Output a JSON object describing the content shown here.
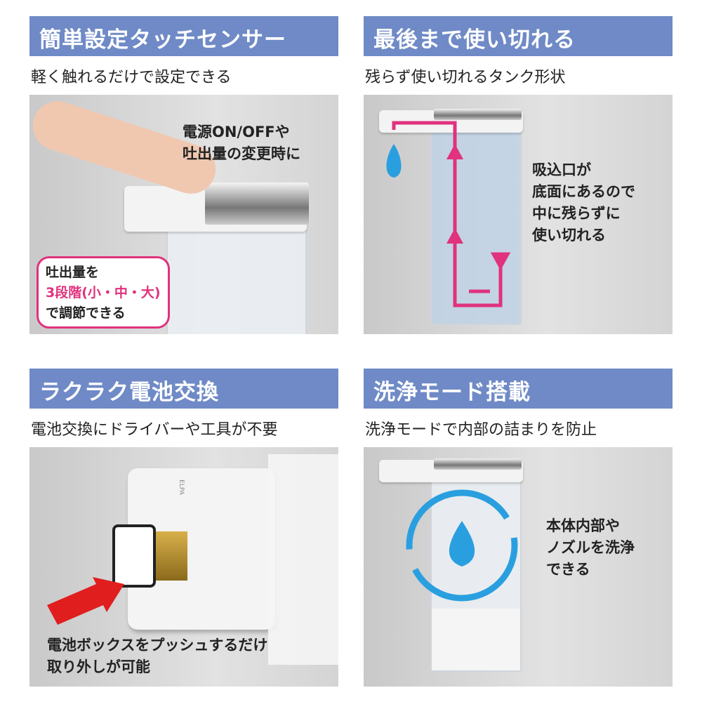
{
  "panels": [
    {
      "title": "簡単設定タッチセンサー",
      "subtitle": "軽く触れるだけで設定できる",
      "caption_lines": [
        "電源ON/OFFや",
        "吐出量の変更時に"
      ],
      "bubble": {
        "line1": "吐出量を",
        "line2": "3段階(小・中・大)",
        "line3": "で調節できる"
      }
    },
    {
      "title": "最後まで使い切れる",
      "subtitle": "残らず使い切れるタンク形状",
      "caption_lines": [
        "吸込口が",
        "底面にあるので",
        "中に残らずに",
        "使い切れる"
      ]
    },
    {
      "title": "ラクラク電池交換",
      "subtitle": "電池交換にドライバーや工具が不要",
      "caption_lines": [
        "電池ボックスをプッシュするだけ",
        "取り外しが可能"
      ],
      "brand": "ELPA"
    },
    {
      "title": "洗浄モード搭載",
      "subtitle": "洗浄モードで内部の詰まりを防止",
      "caption_lines": [
        "本体内部や",
        "ノズルを洗浄",
        "できる"
      ]
    }
  ],
  "colors": {
    "header": "#6f8ac6",
    "accent_pink": "#e0327d",
    "drop_blue": "#2a9fe0",
    "arrow_red": "#e01e1e"
  }
}
